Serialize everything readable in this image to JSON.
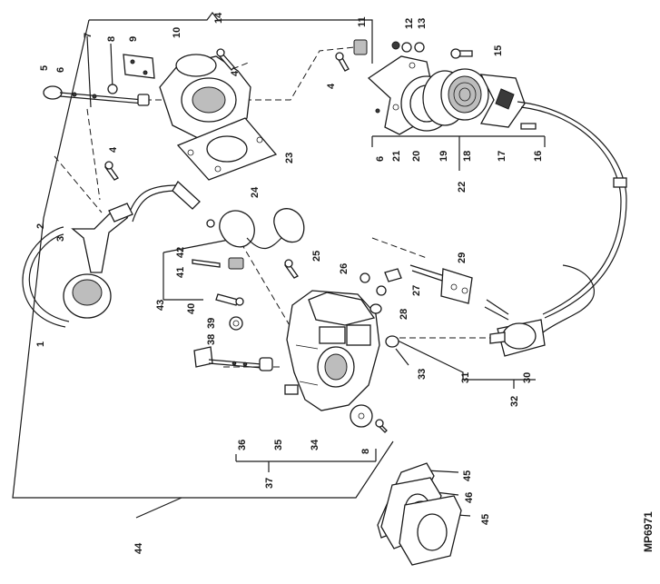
{
  "reference_code": "MP6971",
  "callouts": {
    "c1": "1",
    "c2": "2",
    "c3": "3",
    "c4a": "4",
    "c4b": "4",
    "c4c": "4",
    "c5": "5",
    "c6a": "6",
    "c6b": "6",
    "c7": "7",
    "c8a": "8",
    "c8b": "8",
    "c9": "9",
    "c10": "10",
    "c11": "11",
    "c12": "12",
    "c13": "13",
    "c14": "14",
    "c15": "15",
    "c16": "16",
    "c17": "17",
    "c18": "18",
    "c19": "19",
    "c20": "20",
    "c21": "21",
    "c22": "22",
    "c23": "23",
    "c24": "24",
    "c25": "25",
    "c26": "26",
    "c27": "27",
    "c28": "28",
    "c29": "29",
    "c30": "30",
    "c31": "31",
    "c32": "32",
    "c33": "33",
    "c34": "34",
    "c35": "35",
    "c36": "36",
    "c37": "37",
    "c38": "38",
    "c39": "39",
    "c40": "40",
    "c41": "41",
    "c42": "42",
    "c43": "43",
    "c44": "44",
    "c45a": "45",
    "c45b": "45",
    "c46": "46"
  }
}
